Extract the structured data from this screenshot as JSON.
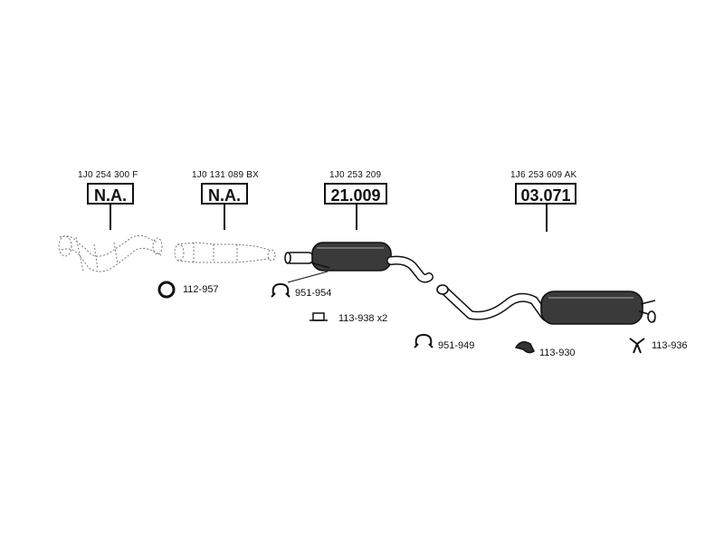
{
  "components": [
    {
      "oem_ref": "1J0 254 300 F",
      "code": "N.A."
    },
    {
      "oem_ref": "1J0 131 089 BX",
      "code": "N.A."
    },
    {
      "oem_ref": "1J0 253 209",
      "code": "21.009"
    },
    {
      "oem_ref": "1J6 253 609 AK",
      "code": "03.071"
    }
  ],
  "parts": [
    {
      "number": "112-957",
      "icon": "gasket-ring-icon"
    },
    {
      "number": "951-954",
      "icon": "pipe-clamp-icon"
    },
    {
      "number": "113-938 x2",
      "icon": "rubber-mount-icon"
    },
    {
      "number": "951-949",
      "icon": "pipe-clamp-icon"
    },
    {
      "number": "113-930",
      "icon": "hanger-bracket-icon"
    },
    {
      "number": "113-936",
      "icon": "rubber-hanger-icon"
    }
  ]
}
